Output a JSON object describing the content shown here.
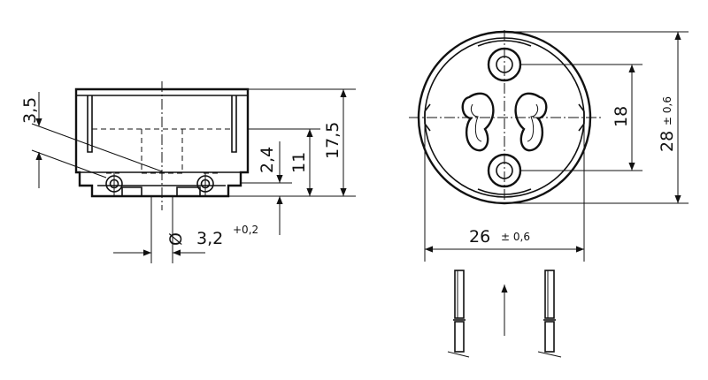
{
  "drawing": {
    "title": "",
    "side_view": {
      "dim_height_total": "17,5",
      "dim_height_body": "11",
      "dim_pin_offset": "2,4",
      "dim_top_step": "3,5",
      "dim_hole_diameter_symbol": "Ø",
      "dim_hole_diameter": "3,2",
      "dim_hole_diameter_tol": "+0,2"
    },
    "top_view": {
      "dim_pin_spacing": "18",
      "dim_height": "28",
      "dim_height_tol": "± 0,6",
      "dim_width": "26",
      "dim_width_tol": "± 0,6"
    },
    "insertion_detail": {
      "arrow_direction": "up",
      "pin_count": 2
    }
  }
}
